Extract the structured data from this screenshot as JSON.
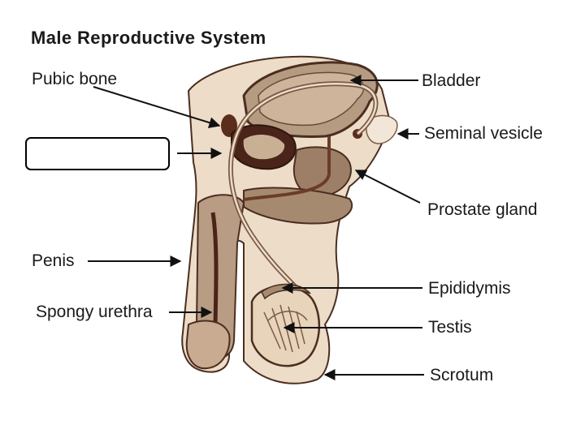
{
  "title": "Male Reproductive System",
  "labels": {
    "pubic_bone": "Pubic bone",
    "blank_label": "",
    "penis": "Penis",
    "spongy_urethra": "Spongy urethra",
    "bladder": "Bladder",
    "seminal_vesicle": "Seminal vesicle",
    "prostate_gland": "Prostate gland",
    "epididymis": "Epididymis",
    "testis": "Testis",
    "scrotum": "Scrotum"
  },
  "colors": {
    "skin": "#e9d7c2",
    "outline": "#4b2e20",
    "tissue": "#b79a80",
    "dark_tissue": "#5a2d1c",
    "line": "#111111"
  }
}
